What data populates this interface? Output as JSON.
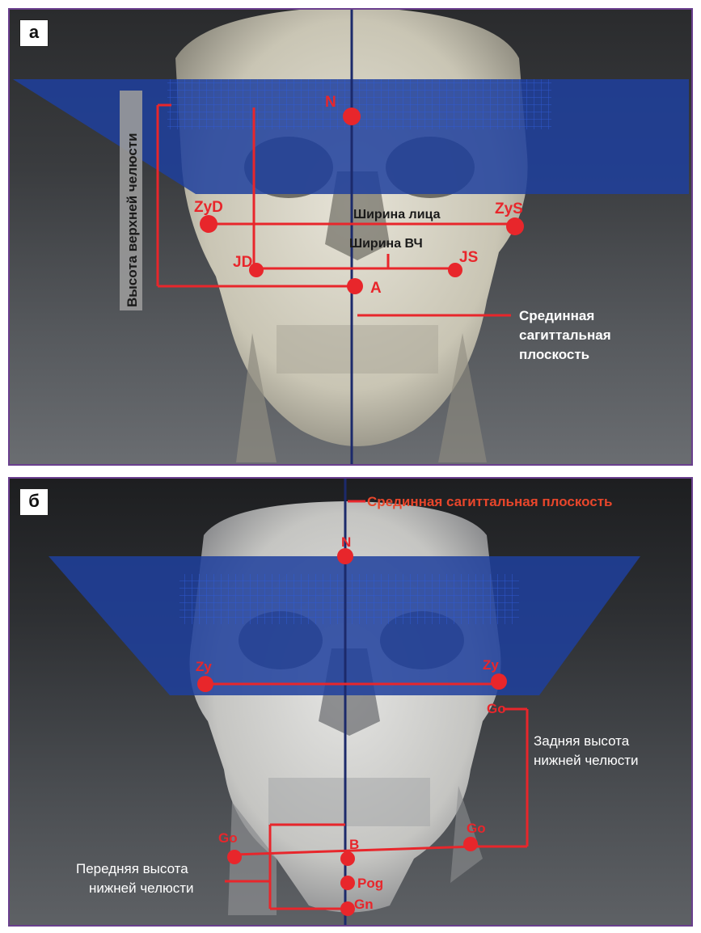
{
  "panel_a": {
    "tag": "а",
    "landmarks": {
      "N": "N",
      "ZyD": "ZyD",
      "ZyS": "ZyS",
      "JD": "JD",
      "JS": "JS",
      "A": "A"
    },
    "labels": {
      "face_width": "Ширина лица",
      "maxilla_width": "Ширина ВЧ",
      "maxilla_height": "Высота верхней челюсти",
      "midsagittal_line1": "Срединная",
      "midsagittal_line2": "сагиттальная",
      "midsagittal_line3": "плоскость"
    }
  },
  "panel_b": {
    "tag": "б",
    "landmarks": {
      "N": "N",
      "Zy_left": "Zy",
      "Zy_right": "Zy",
      "Go_upper": "Go",
      "Go_left": "Go",
      "Go_right": "Go",
      "B": "B",
      "Pog": "Pog",
      "Gn": "Gn"
    },
    "labels": {
      "midsagittal": "Срединная сагиттальная плоскость",
      "posterior_height_line1": "Задняя высота",
      "posterior_height_line2": "нижней челюсти",
      "anterior_height_line1": "Передняя высота",
      "anterior_height_line2": "нижней челюсти"
    }
  },
  "colors": {
    "annotation_red": "#e8262b",
    "plane_blue": "#1f3f9e",
    "sagittal_navy": "#1c2a6b",
    "bone": "#d8d6cf",
    "frame": "#6a3f8e"
  }
}
